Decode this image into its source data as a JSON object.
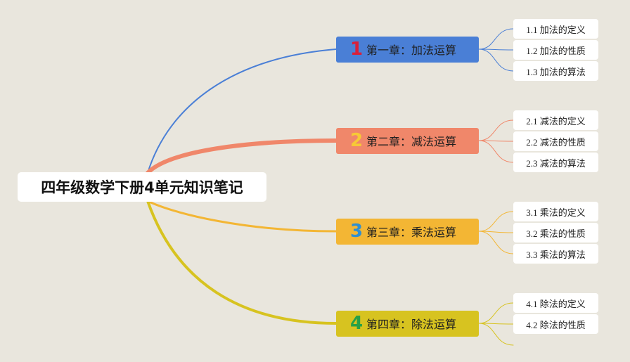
{
  "root": {
    "title": "四年级数学下册4单元知识笔记"
  },
  "colors": {
    "background": "#e9e6dd",
    "branch_1": "#4a7fd6",
    "branch_2": "#f0876a",
    "branch_3": "#f3b634",
    "branch_4": "#d7c320"
  },
  "chapters": [
    {
      "number": "1",
      "title": "第一章：加法运算",
      "box_color": "#4a7fd6",
      "num_color": "#d8203a",
      "line_color": "#4a7fd6",
      "topics": [
        "1.1 加法的定义",
        "1.2 加法的性质",
        "1.3 加法的算法"
      ]
    },
    {
      "number": "2",
      "title": "第二章：减法运算",
      "box_color": "#f0876a",
      "num_color": "#f7c936",
      "line_color": "#f0876a",
      "topics": [
        "2.1 减法的定义",
        "2.2 减法的性质",
        "2.3 减法的算法"
      ]
    },
    {
      "number": "3",
      "title": "第三章：乘法运算",
      "box_color": "#f3b634",
      "num_color": "#2f8fd0",
      "line_color": "#f3b634",
      "topics": [
        "3.1 乘法的定义",
        "3.2 乘法的性质",
        "3.3 乘法的算法"
      ]
    },
    {
      "number": "4",
      "title": "第四章：除法运算",
      "box_color": "#d7c320",
      "num_color": "#27a046",
      "line_color": "#d7c320",
      "topics": [
        "4.1 除法的定义",
        "4.2 除法的性质"
      ],
      "extra_empty_branch": true
    }
  ]
}
